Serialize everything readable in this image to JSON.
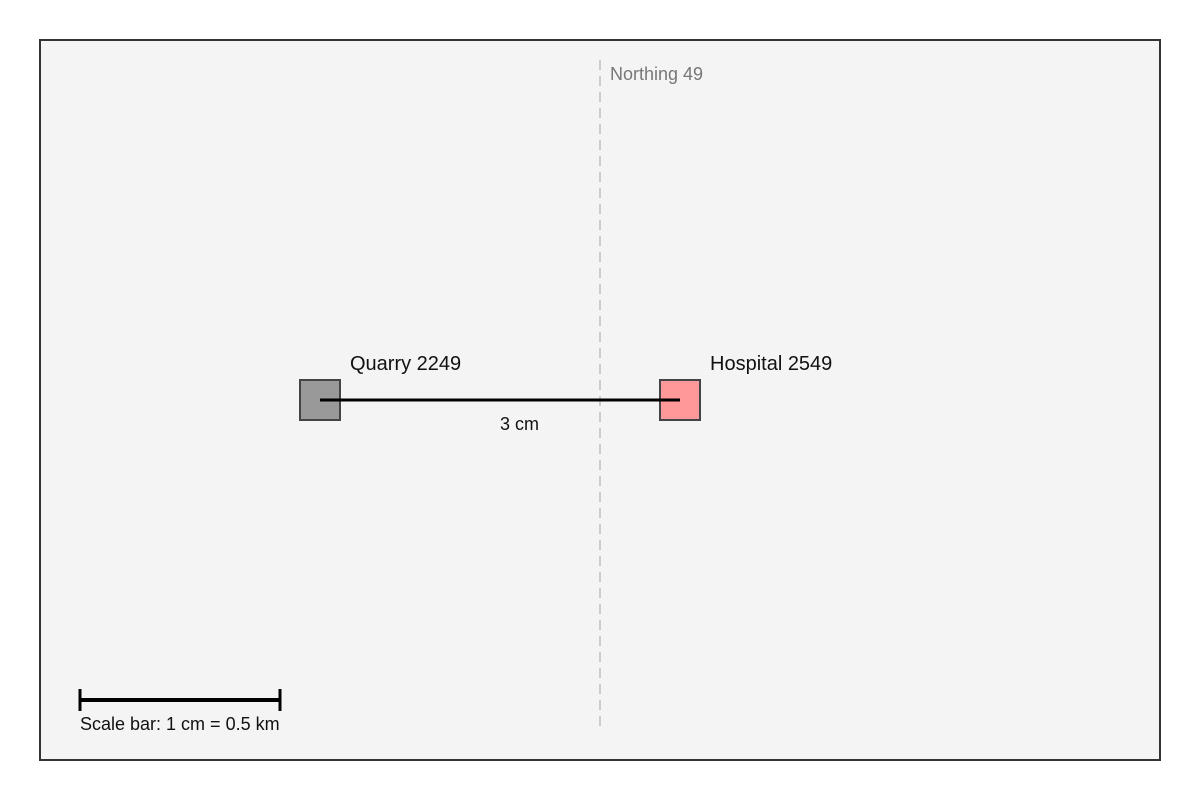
{
  "map": {
    "background_color": "#f4f4f4",
    "border_color": "#333333",
    "gridline": {
      "label": "Northing 49",
      "color": "#cccccc"
    },
    "places": [
      {
        "label": "Quarry 2249",
        "fill": "#999999",
        "stroke": "#444444"
      },
      {
        "label": "Hospital 2549",
        "fill": "#ff9999",
        "stroke": "#444444"
      }
    ],
    "distance": {
      "label": "3 cm",
      "color": "#000000"
    },
    "scale_bar": {
      "label": "Scale bar: 1 cm = 0.5 km",
      "color": "#000000"
    }
  }
}
